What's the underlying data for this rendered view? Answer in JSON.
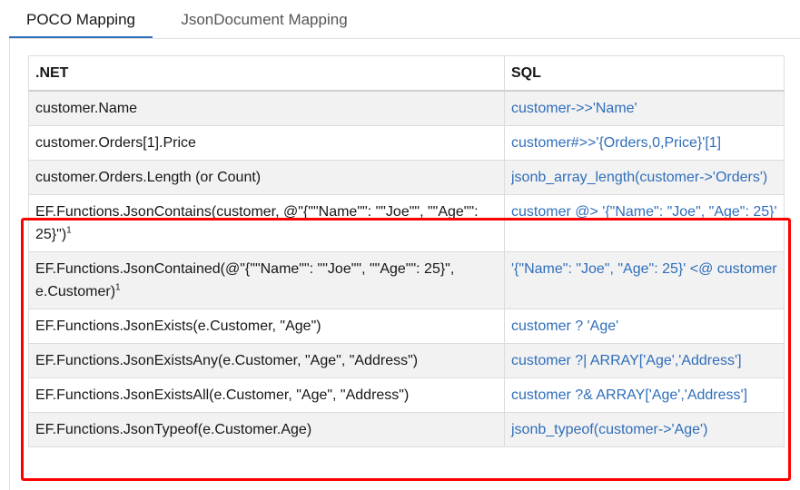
{
  "tabs": [
    {
      "label": "POCO Mapping",
      "active": true
    },
    {
      "label": "JsonDocument Mapping",
      "active": false
    }
  ],
  "table": {
    "headers": {
      "net": ".NET",
      "sql": "SQL"
    },
    "rows": [
      {
        "net": "customer.Name",
        "sql": "customer->>'Name'"
      },
      {
        "net": "customer.Orders[1].Price",
        "sql": "customer#>>'{Orders,0,Price}'[1]"
      },
      {
        "net": "customer.Orders.Length (or Count)",
        "sql": "jsonb_array_length(customer->'Orders')"
      },
      {
        "net": "EF.Functions.JsonContains(customer, @\"{\"\"Name\"\": \"\"Joe\"\", \"\"Age\"\": 25}\")",
        "net_sup": "1",
        "sql": "customer @> '{\"Name\": \"Joe\", \"Age\": 25}'"
      },
      {
        "net": "EF.Functions.JsonContained(@\"{\"\"Name\"\": \"\"Joe\"\", \"\"Age\"\": 25}\", e.Customer)",
        "net_sup": "1",
        "sql": "'{\"Name\": \"Joe\", \"Age\": 25}' <@ customer"
      },
      {
        "net": "EF.Functions.JsonExists(e.Customer, \"Age\")",
        "sql": "customer ? 'Age'"
      },
      {
        "net": "EF.Functions.JsonExistsAny(e.Customer, \"Age\", \"Address\")",
        "sql": "customer ?| ARRAY['Age','Address']"
      },
      {
        "net": "EF.Functions.JsonExistsAll(e.Customer, \"Age\", \"Address\")",
        "sql": "customer ?& ARRAY['Age','Address']"
      },
      {
        "net": "EF.Functions.JsonTypeof(e.Customer.Age)",
        "sql": "jsonb_typeof(customer->'Age')"
      }
    ]
  },
  "colors": {
    "link": "#2f6eba",
    "highlight_border": "#ff0000",
    "stripe": "#f2f2f2"
  }
}
